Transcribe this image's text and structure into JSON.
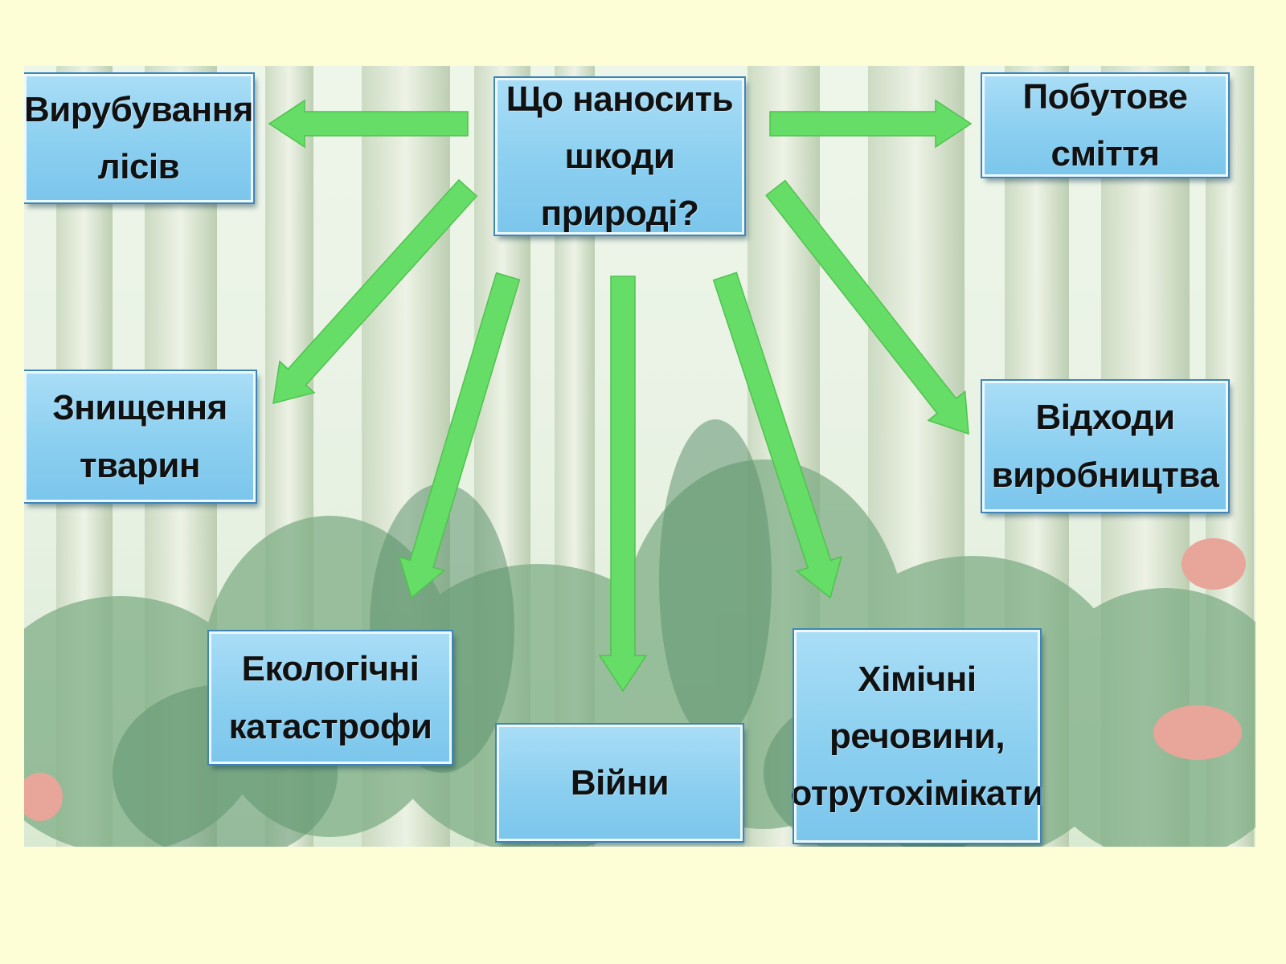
{
  "center": "Що наносить\nшкоди природі?",
  "causes": {
    "deforestation": "Вирубування\nлісів",
    "household_waste": "Побутове сміття",
    "animal_destruction": "Знищення\nтварин",
    "industrial_waste": "Відходи\nвиробництва",
    "ecological_disasters": "Екологічні\nкатастрофи",
    "wars": "Війни",
    "chemicals": "Хімічні\nречовини,\nотрутохімікати"
  },
  "colors": {
    "page_background": "#fdfdd6",
    "box_fill": "#8bcff0",
    "box_border": "#3f86b8",
    "arrow": "#66dd66"
  }
}
